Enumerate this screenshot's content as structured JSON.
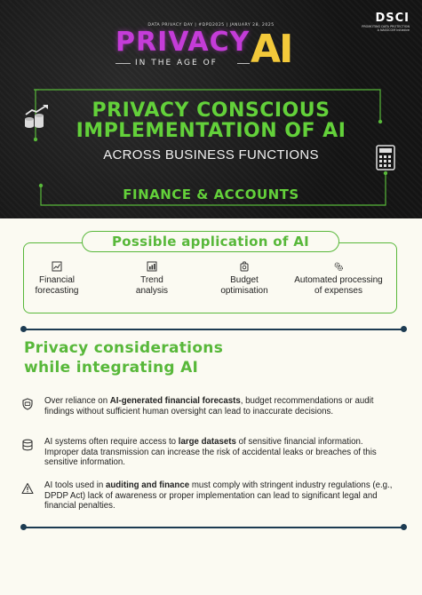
{
  "header": {
    "event_line": "DATA PRIVACY DAY | #DPD2025 | JANUARY 28, 2025",
    "title_privacy": "PRIVACY",
    "title_ai": "AI",
    "title_sub": "IN THE AGE OF",
    "logo_text": "DSCI",
    "logo_tagline": "PROMOTING DATA PROTECTION",
    "logo_initiative": "A NASSCOM Initiative",
    "heading_line1": "PRIVACY CONSCIOUS",
    "heading_line2": "IMPLEMENTATION OF AI",
    "subheading": "ACROSS BUSINESS FUNCTIONS",
    "function_title": "FINANCE & ACCOUNTS"
  },
  "applications": {
    "title": "Possible application of AI",
    "items": [
      {
        "line1": "Financial",
        "line2": "forecasting",
        "icon": "forecast-icon"
      },
      {
        "line1": "Trend",
        "line2": "analysis",
        "icon": "trend-icon"
      },
      {
        "line1": "Budget",
        "line2": "optimisation",
        "icon": "budget-icon"
      },
      {
        "line1": "Automated processing",
        "line2": "of expenses",
        "icon": "gears-icon"
      }
    ]
  },
  "considerations": {
    "title_line1": "Privacy considerations",
    "title_line2": "while integrating AI",
    "items": [
      {
        "icon": "shield-alert-icon",
        "pre": "Over reliance on ",
        "bold": "AI-generated financial forecasts",
        "post": ", budget recommendations or audit findings without sufficient human oversight can lead to inaccurate decisions."
      },
      {
        "icon": "database-icon",
        "pre": "AI systems often require access to ",
        "bold": "large datasets",
        "post": " of sensitive financial information. Improper data transmission can increase the risk of accidental leaks or breaches of this sensitive information."
      },
      {
        "icon": "warning-icon",
        "pre": "AI tools used in ",
        "bold": "auditing and finance",
        "post": " must comply with stringent industry regulations (e.g., DPDP Act) lack of awareness or proper implementation can lead to significant legal and financial penalties."
      }
    ]
  },
  "colors": {
    "green": "#58b83a",
    "hero_green": "#63d13a",
    "magenta": "#c43cd8",
    "gold": "#f3c93a",
    "navy": "#1c3b52",
    "cream": "#fbfaf2"
  }
}
